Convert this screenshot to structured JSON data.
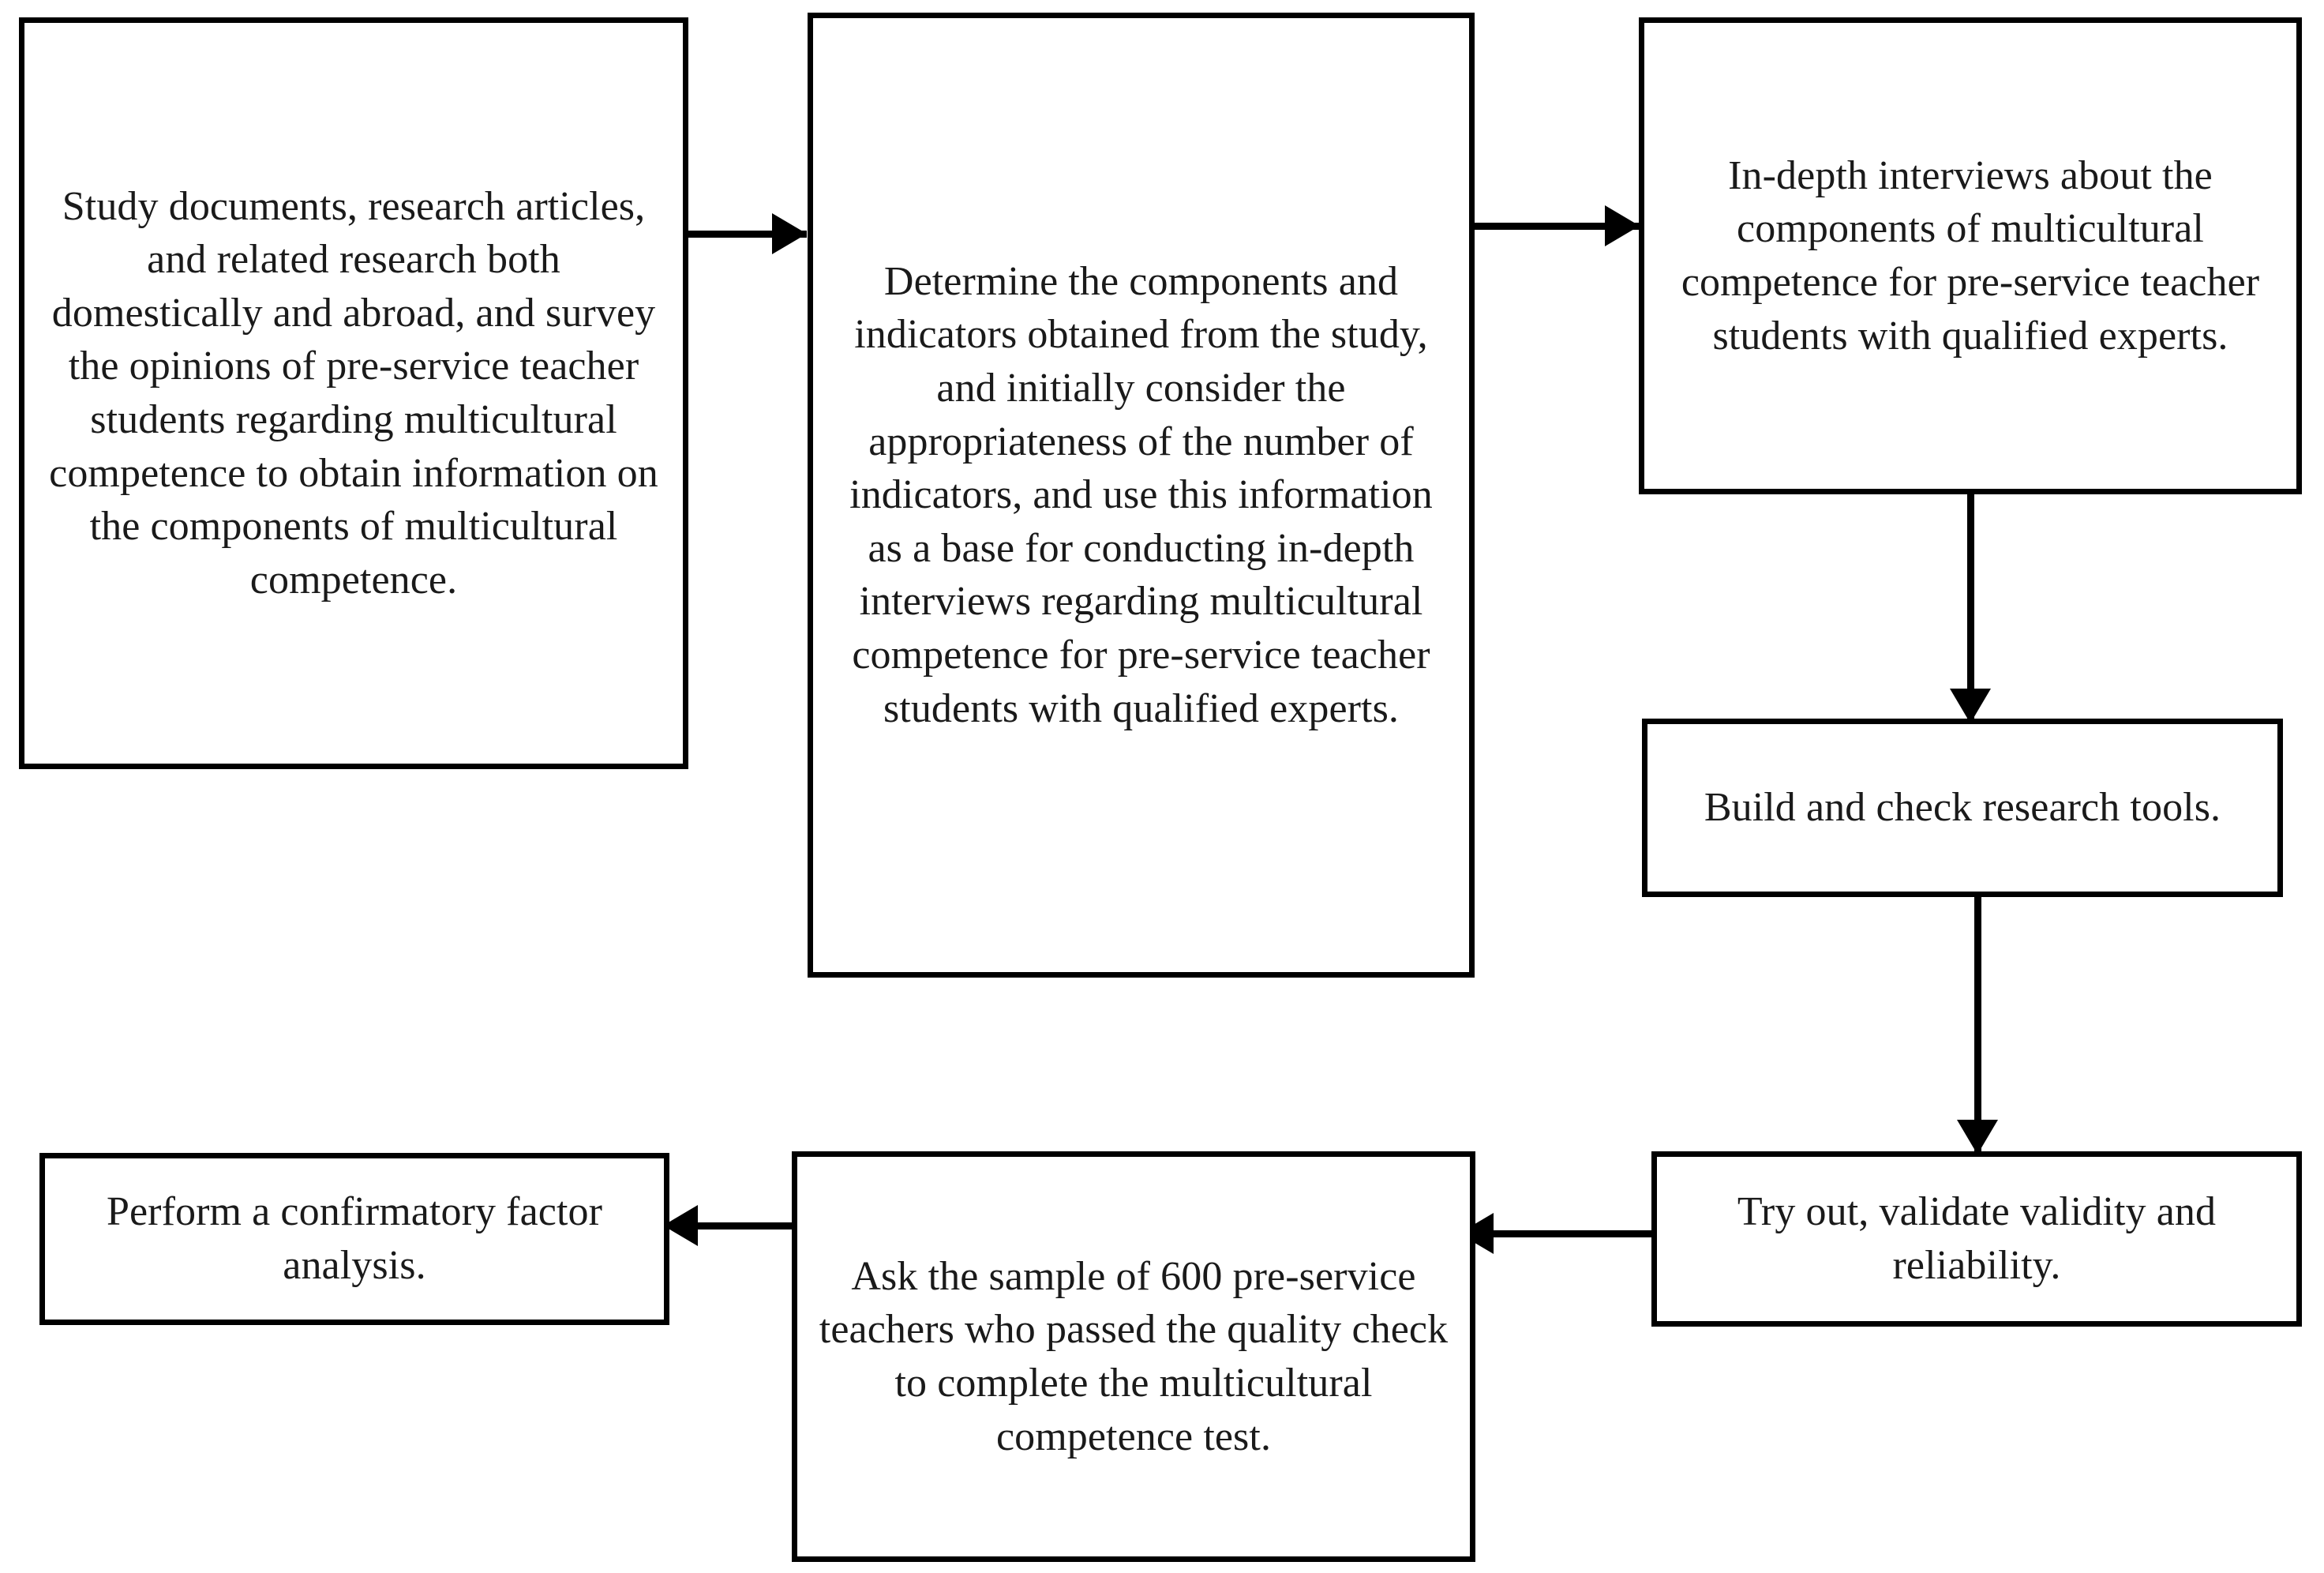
{
  "diagram": {
    "title": "Research process flowchart for developing a multicultural competence measure",
    "type": "flowchart",
    "orientation": "snake-left-to-right-then-right-to-left",
    "stroke_color": "#000000",
    "fill_color": "#ffffff",
    "text_color": "#1a1a1a"
  },
  "nodes": [
    {
      "id": "node-1",
      "order": 1,
      "text": "Study documents, research articles, and related research both domestically and abroad, and survey the opinions of pre-service teacher students regarding multicultural competence to obtain information on the components of multicultural competence."
    },
    {
      "id": "node-2",
      "order": 2,
      "text": "Determine the components and indicators obtained from the study, and initially consider the appropriateness of the number of indicators, and use this information as a base for conducting in-depth interviews regarding multicultural competence for pre-service teacher students with qualified experts."
    },
    {
      "id": "node-3",
      "order": 3,
      "text": "In-depth interviews about the components of multicultural competence for pre-service teacher students with qualified experts."
    },
    {
      "id": "node-4",
      "order": 4,
      "text": "Build and check research tools."
    },
    {
      "id": "node-5",
      "order": 5,
      "text": "Try out, validate validity and reliability."
    },
    {
      "id": "node-6",
      "order": 6,
      "text": "Ask the sample of 600 pre-service teachers who passed the quality check to complete the multicultural competence test."
    },
    {
      "id": "node-7",
      "order": 7,
      "text": "Perform a confirmatory factor analysis."
    }
  ],
  "edges": [
    {
      "id": "edge-1-2",
      "from": "node-1",
      "to": "node-2",
      "direction": "right",
      "arrowhead": "arrow-right-icon"
    },
    {
      "id": "edge-2-3",
      "from": "node-2",
      "to": "node-3",
      "direction": "right",
      "arrowhead": "arrow-right-icon"
    },
    {
      "id": "edge-3-4",
      "from": "node-3",
      "to": "node-4",
      "direction": "down",
      "arrowhead": "arrow-down-icon"
    },
    {
      "id": "edge-4-5",
      "from": "node-4",
      "to": "node-5",
      "direction": "down",
      "arrowhead": "arrow-down-icon"
    },
    {
      "id": "edge-5-6",
      "from": "node-5",
      "to": "node-6",
      "direction": "left",
      "arrowhead": "arrow-left-icon"
    },
    {
      "id": "edge-6-7",
      "from": "node-6",
      "to": "node-7",
      "direction": "left",
      "arrowhead": "arrow-left-icon"
    }
  ]
}
